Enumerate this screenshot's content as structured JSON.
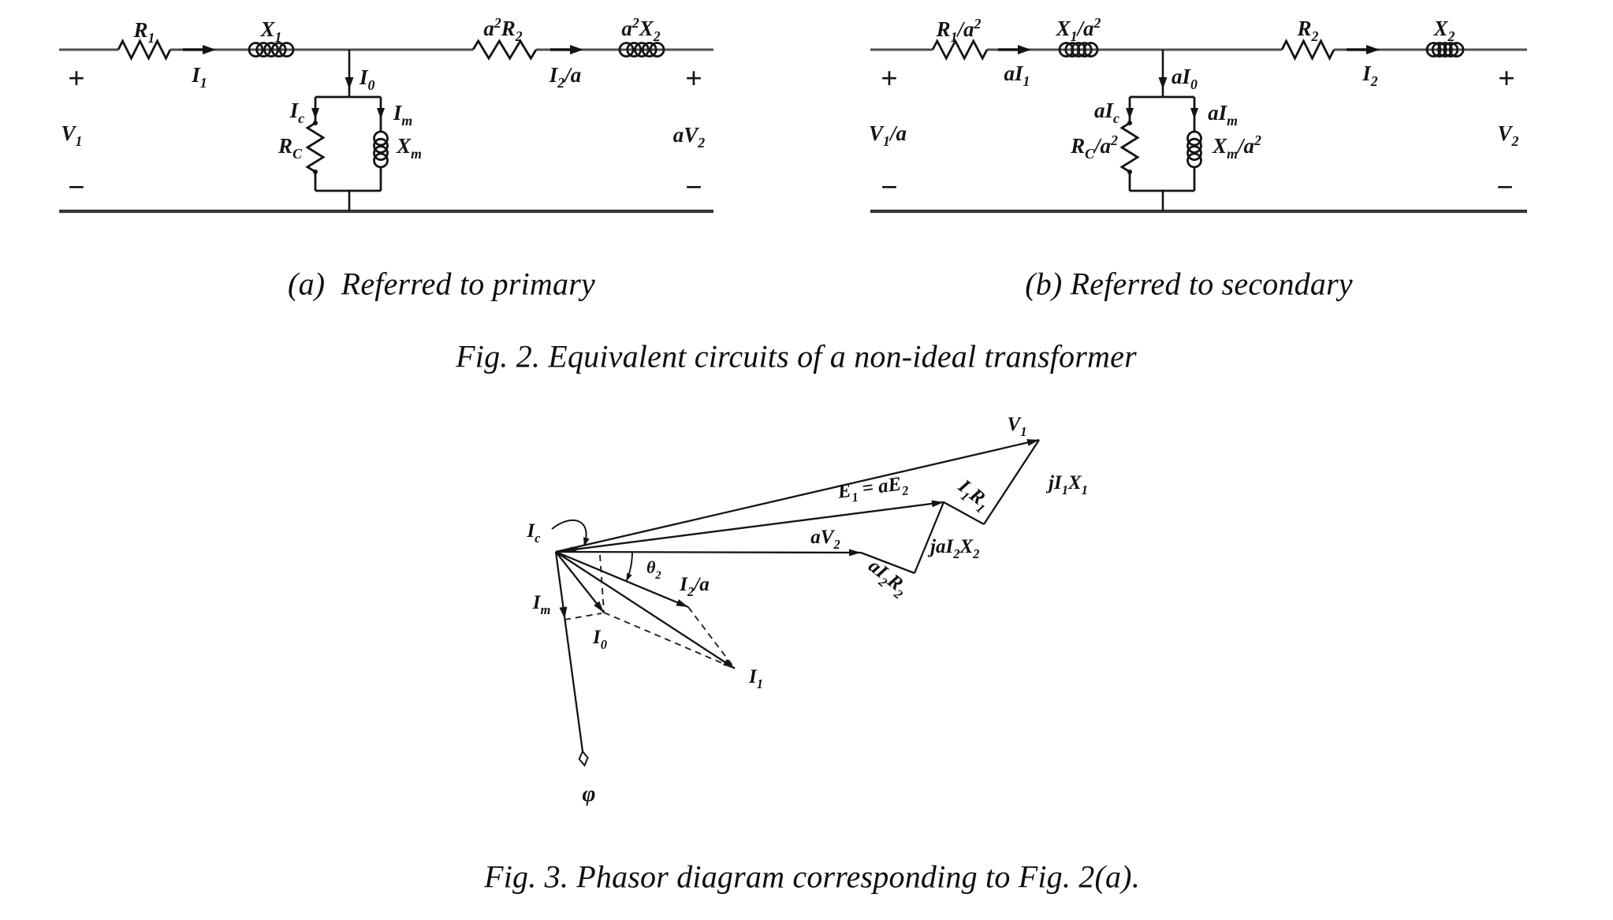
{
  "colors": {
    "ink": "#141414",
    "wire": "#4f4f4f",
    "bottom_wire": "#353535",
    "background": "#ffffff"
  },
  "captions": {
    "a": "(a)  Referred to primary",
    "b": "(b) Referred to secondary",
    "fig2": "Fig. 2. Equivalent circuits of a non-ideal transformer",
    "fig3": "Fig. 3. Phasor diagram corresponding to Fig. 2(a)."
  },
  "circuit_a": {
    "r1": "R_{1}",
    "i1": "I_{1}",
    "x1": "X_{1}",
    "i0": "I_{0}",
    "ic": "I_{c}",
    "rc": "R_{C}",
    "im": "I_{m}",
    "xm": "X_{m}",
    "r2": "a^{2}R_{2}",
    "i2": "I_{2}/a",
    "x2": "a^{2}X_{2}",
    "v_left": "V_{1}",
    "v_right": "aV_{2}",
    "plus": "+",
    "minus": "−"
  },
  "circuit_b": {
    "r1": "R_{1}/a^{2}",
    "i1": "aI_{1}",
    "x1": "X_{1}/a^{2}",
    "i0": "aI_{0}",
    "ic": "aI_{c}",
    "rc": "R_{C}/a^{2}",
    "im": "aI_{m}",
    "xm": "X_{m}/a^{2}",
    "r2": "R_{2}",
    "i2": "I_{2}",
    "x2": "X_{2}",
    "v_left": "V_{1}/a",
    "v_right": "V_{2}",
    "plus": "+",
    "minus": "−"
  },
  "phasor": {
    "v1": "V_{1}",
    "ji1x1": "jI_{1}X_{1}",
    "i1r1": "I_{1}R_{1}",
    "e1": "E_{1} = aE_{2}",
    "av2": "aV_{2}",
    "jai2x2": "jaI_{2}X_{2}",
    "ai2r2": "aI_{2}R_{2}",
    "theta2": "θ_{2}",
    "i2a": "I_{2}/a",
    "i1": "I_{1}",
    "i0": "I_{0}",
    "im": "I_{m}",
    "ic": "I_{c}",
    "phi": "φ"
  }
}
